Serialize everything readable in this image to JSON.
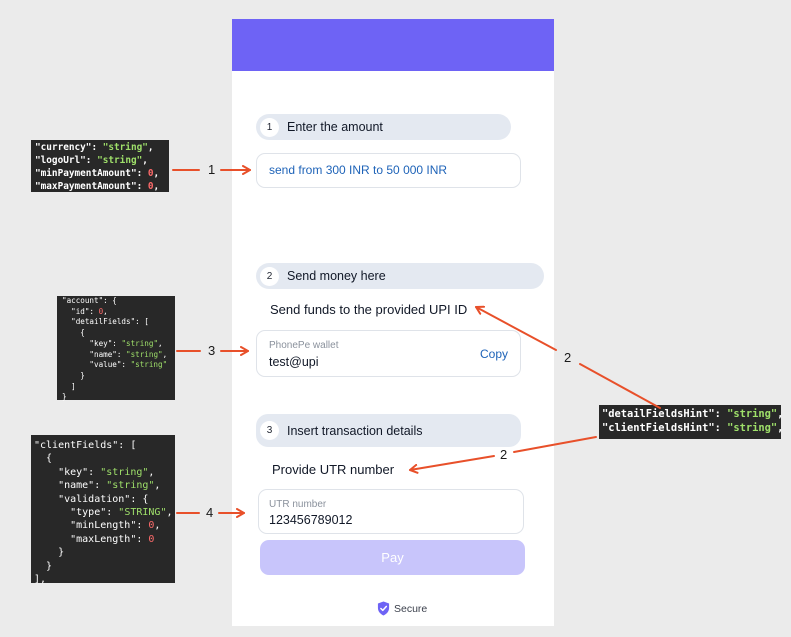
{
  "colors": {
    "accent": "#6e63f5",
    "link": "#1e63b8",
    "pay_disabled": "#c8c5fb",
    "arrow": "#e8502a",
    "step_pill": "#e4e9f1"
  },
  "step1": {
    "number": "1",
    "title": "Enter the amount",
    "amount_text": "send from 300 INR to 50 000 INR"
  },
  "step2": {
    "number": "2",
    "title": "Send money here",
    "caption": "Send funds to the provided UPI ID",
    "wallet_label": "PhonePe wallet",
    "wallet_value": "test@upi",
    "copy_label": "Copy"
  },
  "step3": {
    "number": "3",
    "title": "Insert transaction details",
    "caption": "Provide UTR number",
    "field_label": "UTR number",
    "field_value": "123456789012"
  },
  "pay_label": "Pay",
  "secure_label": "Secure",
  "secure_icon": "shield-check-icon",
  "annotations": {
    "one": "1",
    "two_a": "2",
    "two_b": "2",
    "three": "3",
    "four": "4"
  },
  "code_blocks": {
    "currency_block": [
      "\"currency\": \"string\",",
      "\"logoUrl\": \"string\",",
      "\"minPaymentAmount\": 0,",
      "\"maxPaymentAmount\": 0,"
    ],
    "account_block": [
      "\"account\": {",
      "  \"id\": 0,",
      "  \"detailFields\": [",
      "    {",
      "      \"key\": \"string\",",
      "      \"name\": \"string\",",
      "      \"value\": \"string\"",
      "    }",
      "  ]",
      "}"
    ],
    "client_fields_block": [
      "\"clientFields\": [",
      "  {",
      "    \"key\": \"string\",",
      "    \"name\": \"string\",",
      "    \"validation\": {",
      "      \"type\": \"STRING\",",
      "      \"minLength\": 0,",
      "      \"maxLength\": 0",
      "    }",
      "  }",
      "],"
    ],
    "hints_block": [
      "\"detailFieldsHint\": \"string\",",
      "\"clientFieldsHint\": \"string\","
    ]
  }
}
